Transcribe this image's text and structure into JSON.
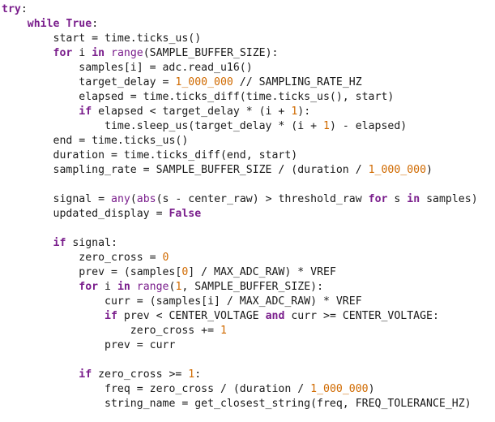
{
  "editor": {
    "colors": {
      "background": "#ffffff",
      "text": "#1a1a1a",
      "keyword": "#7a1e8c",
      "builtin": "#7a1e8c",
      "number": "#d06a00"
    },
    "lines": [
      {
        "indent": 0,
        "tokens": [
          {
            "t": "try",
            "c": "kw"
          },
          {
            "t": ":",
            "c": "plain"
          }
        ]
      },
      {
        "indent": 1,
        "tokens": [
          {
            "t": "while",
            "c": "kw"
          },
          {
            "t": " ",
            "c": "plain"
          },
          {
            "t": "True",
            "c": "kw"
          },
          {
            "t": ":",
            "c": "plain"
          }
        ]
      },
      {
        "indent": 2,
        "tokens": [
          {
            "t": "start = time.ticks_us()",
            "c": "plain"
          }
        ]
      },
      {
        "indent": 2,
        "tokens": [
          {
            "t": "for",
            "c": "kw"
          },
          {
            "t": " i ",
            "c": "plain"
          },
          {
            "t": "in",
            "c": "kw"
          },
          {
            "t": " ",
            "c": "plain"
          },
          {
            "t": "range",
            "c": "fn"
          },
          {
            "t": "(SAMPLE_BUFFER_SIZE):",
            "c": "plain"
          }
        ]
      },
      {
        "indent": 3,
        "tokens": [
          {
            "t": "samples[i] = adc.read_u16()",
            "c": "plain"
          }
        ]
      },
      {
        "indent": 3,
        "tokens": [
          {
            "t": "target_delay = ",
            "c": "plain"
          },
          {
            "t": "1_000_000",
            "c": "num"
          },
          {
            "t": " // SAMPLING_RATE_HZ",
            "c": "plain"
          }
        ]
      },
      {
        "indent": 3,
        "tokens": [
          {
            "t": "elapsed = time.ticks_diff(time.ticks_us(), start)",
            "c": "plain"
          }
        ]
      },
      {
        "indent": 3,
        "tokens": [
          {
            "t": "if",
            "c": "kw"
          },
          {
            "t": " elapsed < target_delay * (i + ",
            "c": "plain"
          },
          {
            "t": "1",
            "c": "num"
          },
          {
            "t": "):",
            "c": "plain"
          }
        ]
      },
      {
        "indent": 4,
        "tokens": [
          {
            "t": "time.sleep_us(target_delay * (i + ",
            "c": "plain"
          },
          {
            "t": "1",
            "c": "num"
          },
          {
            "t": ") - elapsed)",
            "c": "plain"
          }
        ]
      },
      {
        "indent": 2,
        "tokens": [
          {
            "t": "end = time.ticks_us()",
            "c": "plain"
          }
        ]
      },
      {
        "indent": 2,
        "tokens": [
          {
            "t": "duration = time.ticks_diff(end, start)",
            "c": "plain"
          }
        ]
      },
      {
        "indent": 2,
        "tokens": [
          {
            "t": "sampling_rate = SAMPLE_BUFFER_SIZE / (duration / ",
            "c": "plain"
          },
          {
            "t": "1_000_000",
            "c": "num"
          },
          {
            "t": ")",
            "c": "plain"
          }
        ]
      },
      {
        "indent": 0,
        "tokens": []
      },
      {
        "indent": 2,
        "tokens": [
          {
            "t": "signal = ",
            "c": "plain"
          },
          {
            "t": "any",
            "c": "fn"
          },
          {
            "t": "(",
            "c": "plain"
          },
          {
            "t": "abs",
            "c": "fn"
          },
          {
            "t": "(s - center_raw) > threshold_raw ",
            "c": "plain"
          },
          {
            "t": "for",
            "c": "kw"
          },
          {
            "t": " s ",
            "c": "plain"
          },
          {
            "t": "in",
            "c": "kw"
          },
          {
            "t": " samples)",
            "c": "plain"
          }
        ]
      },
      {
        "indent": 2,
        "tokens": [
          {
            "t": "updated_display = ",
            "c": "plain"
          },
          {
            "t": "False",
            "c": "kw"
          }
        ]
      },
      {
        "indent": 0,
        "tokens": []
      },
      {
        "indent": 2,
        "tokens": [
          {
            "t": "if",
            "c": "kw"
          },
          {
            "t": " signal:",
            "c": "plain"
          }
        ]
      },
      {
        "indent": 3,
        "tokens": [
          {
            "t": "zero_cross = ",
            "c": "plain"
          },
          {
            "t": "0",
            "c": "num"
          }
        ]
      },
      {
        "indent": 3,
        "tokens": [
          {
            "t": "prev = (samples[",
            "c": "plain"
          },
          {
            "t": "0",
            "c": "num"
          },
          {
            "t": "] / MAX_ADC_RAW) * VREF",
            "c": "plain"
          }
        ]
      },
      {
        "indent": 3,
        "tokens": [
          {
            "t": "for",
            "c": "kw"
          },
          {
            "t": " i ",
            "c": "plain"
          },
          {
            "t": "in",
            "c": "kw"
          },
          {
            "t": " ",
            "c": "plain"
          },
          {
            "t": "range",
            "c": "fn"
          },
          {
            "t": "(",
            "c": "plain"
          },
          {
            "t": "1",
            "c": "num"
          },
          {
            "t": ", SAMPLE_BUFFER_SIZE):",
            "c": "plain"
          }
        ]
      },
      {
        "indent": 4,
        "tokens": [
          {
            "t": "curr = (samples[i] / MAX_ADC_RAW) * VREF",
            "c": "plain"
          }
        ]
      },
      {
        "indent": 4,
        "tokens": [
          {
            "t": "if",
            "c": "kw"
          },
          {
            "t": " prev < CENTER_VOLTAGE ",
            "c": "plain"
          },
          {
            "t": "and",
            "c": "kw"
          },
          {
            "t": " curr >= CENTER_VOLTAGE:",
            "c": "plain"
          }
        ]
      },
      {
        "indent": 5,
        "tokens": [
          {
            "t": "zero_cross += ",
            "c": "plain"
          },
          {
            "t": "1",
            "c": "num"
          }
        ]
      },
      {
        "indent": 4,
        "tokens": [
          {
            "t": "prev = curr",
            "c": "plain"
          }
        ]
      },
      {
        "indent": 0,
        "tokens": []
      },
      {
        "indent": 3,
        "tokens": [
          {
            "t": "if",
            "c": "kw"
          },
          {
            "t": " zero_cross >= ",
            "c": "plain"
          },
          {
            "t": "1",
            "c": "num"
          },
          {
            "t": ":",
            "c": "plain"
          }
        ]
      },
      {
        "indent": 4,
        "tokens": [
          {
            "t": "freq = zero_cross / (duration / ",
            "c": "plain"
          },
          {
            "t": "1_000_000",
            "c": "num"
          },
          {
            "t": ")",
            "c": "plain"
          }
        ]
      },
      {
        "indent": 4,
        "tokens": [
          {
            "t": "string_name = get_closest_string(freq, FREQ_TOLERANCE_HZ)",
            "c": "plain"
          }
        ]
      }
    ]
  }
}
